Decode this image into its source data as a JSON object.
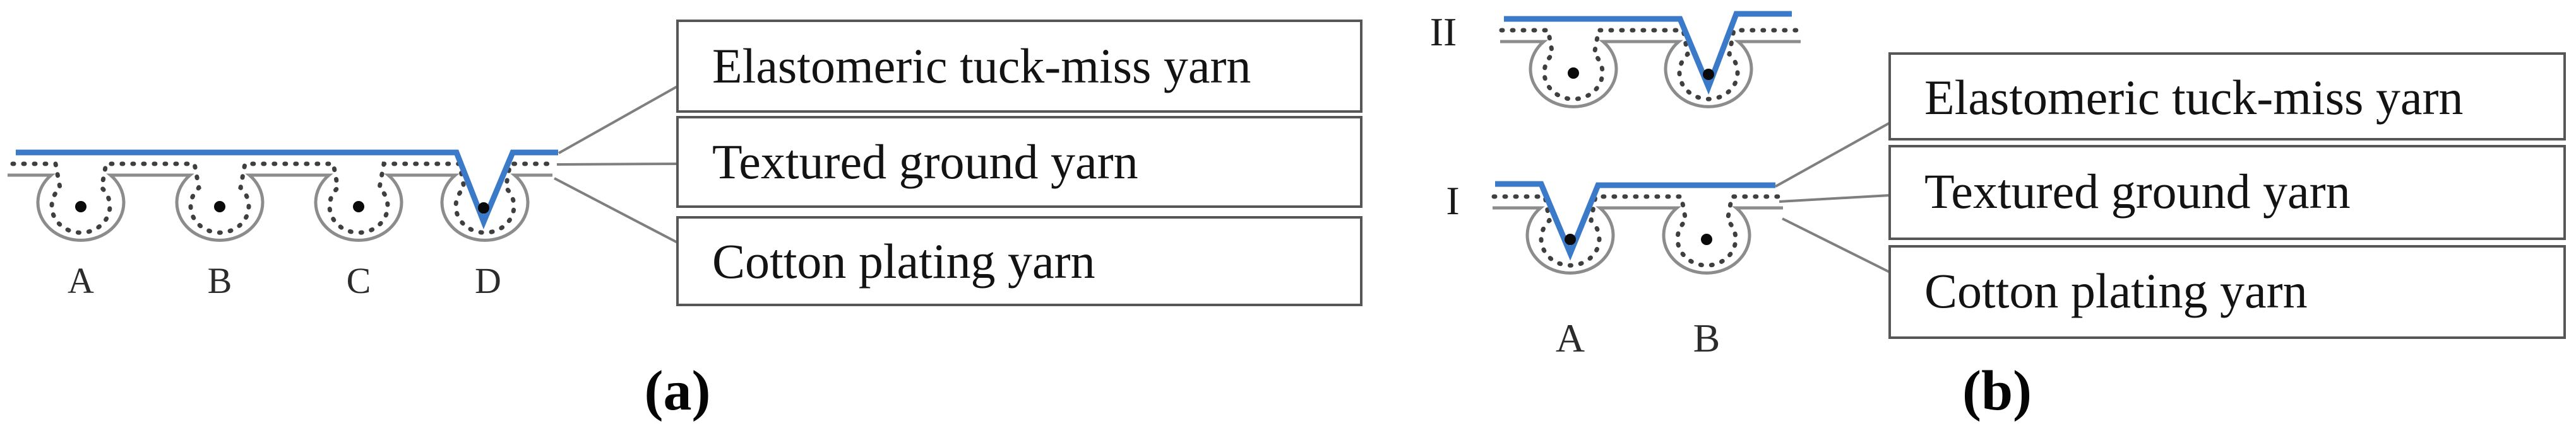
{
  "figure": {
    "colors": {
      "elastomeric_yarn_blue": "#3b7ac8",
      "ground_yarn_gray": "#8c8c8c",
      "plating_yarn_dark": "#3f3f3f",
      "loop_dot_black": "#0a0a0a"
    },
    "panels": [
      {
        "id": "a",
        "caption": "(a)",
        "loop_labels": [
          "A",
          "B",
          "C",
          "D"
        ],
        "yarn_boxes": [
          "Elastomeric tuck-miss yarn",
          "Textured ground yarn",
          "Cotton plating yarn"
        ]
      },
      {
        "id": "b",
        "caption": "(b)",
        "row_labels": [
          "II",
          "I"
        ],
        "loop_labels": [
          "A",
          "B"
        ],
        "yarn_boxes": [
          "Elastomeric tuck-miss yarn",
          "Textured ground yarn",
          "Cotton plating yarn"
        ]
      }
    ]
  }
}
